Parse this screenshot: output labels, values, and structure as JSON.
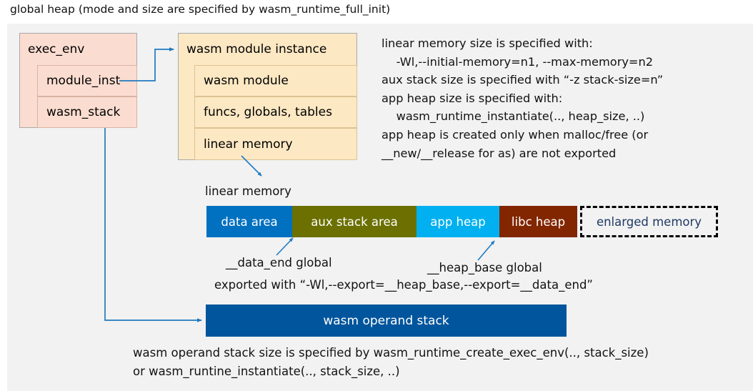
{
  "title": "global heap (mode and size are specified by wasm_runtime_full_init)",
  "colors": {
    "panel_bg": "#f2f2f2",
    "exec_env_fill": "#fbdcd0",
    "module_fill": "#fce8c3",
    "connector": "#1f7ac0",
    "data_area": "#0070c0",
    "aux_stack_area": "#6b7000",
    "app_heap": "#00b0f0",
    "libc_heap": "#822600",
    "enlarged_memory_text": "#1f3864",
    "operand_stack": "#00559c"
  },
  "exec_env_box": {
    "header": "exec_env",
    "rows": [
      {
        "label": "module_inst"
      },
      {
        "label": "wasm_stack"
      }
    ]
  },
  "module_instance_box": {
    "header": "wasm module instance",
    "rows": [
      {
        "label": "wasm module"
      },
      {
        "label": "funcs, globals, tables"
      },
      {
        "label": "linear memory"
      }
    ]
  },
  "info_text": {
    "lines": [
      "linear memory size is specified with:",
      "    -Wl,--initial-memory=n1, --max-memory=n2",
      "aux stack size is specified with “-z stack-size=n”",
      "app heap size is specified with:",
      "    wasm_runtime_instantiate(.., heap_size, ..)",
      "app heap is created only when malloc/free (or",
      "__new/__release for as) are not exported"
    ]
  },
  "linear_memory": {
    "caption": "linear memory",
    "segments": [
      {
        "label": "data area",
        "color": "#0070c0",
        "width": 120
      },
      {
        "label": "aux stack area",
        "color": "#6b7000",
        "width": 174
      },
      {
        "label": "app heap",
        "color": "#00b0f0",
        "width": 116
      },
      {
        "label": "libc heap",
        "color": "#822600",
        "width": 109
      },
      {
        "label": "enlarged memory",
        "color": "#f2f2f2",
        "width": 193
      }
    ]
  },
  "annotations": {
    "data_end": "__data_end global",
    "heap_base": "__heap_base global",
    "exported_with": "exported with “-Wl,--export=__heap_base,--export=__data_end”"
  },
  "operand_stack": {
    "label": "wasm operand stack"
  },
  "bottom_text": {
    "lines": [
      "wasm operand stack size is specified by wasm_runtime_create_exec_env(.., stack_size)",
      "or wasm_runtine_instantiate(.., stack_size, ..)"
    ]
  }
}
